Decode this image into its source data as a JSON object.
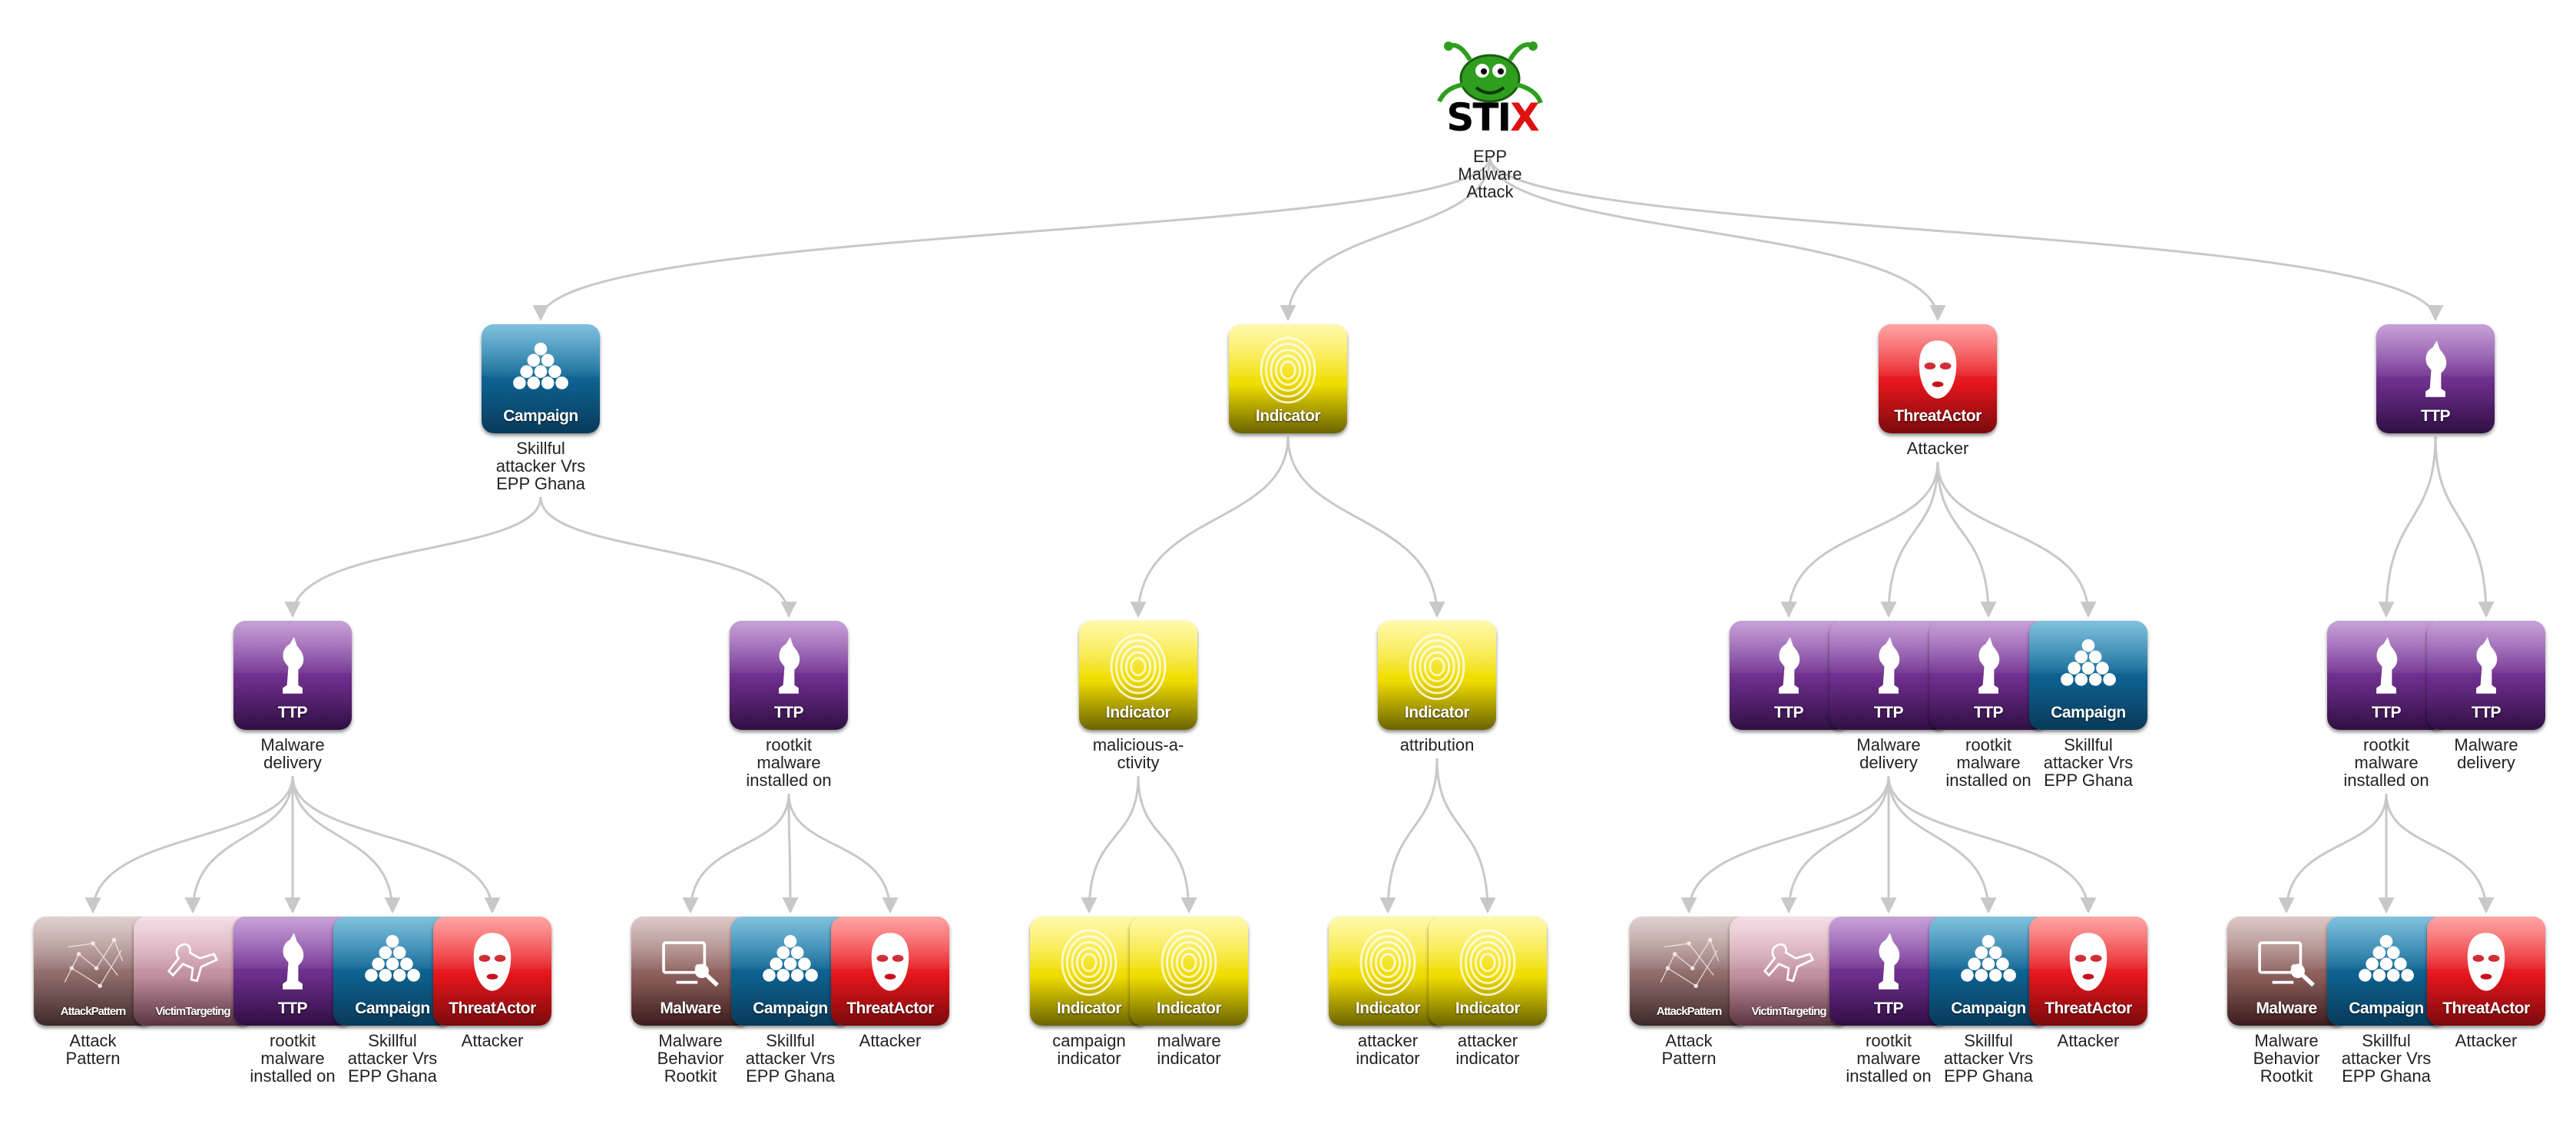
{
  "root": {
    "logo_text_main": "STI",
    "logo_text_accent": "X",
    "caption": "EPP\nMalware\nAttack",
    "icon": "stix-bug-logo"
  },
  "colors": {
    "campaign": "#0d5f8d",
    "indicator": "#f0dc00",
    "threat_actor": "#e3151b",
    "ttp": "#6b2d8a",
    "attack_pattern": "#8d6b69",
    "victim_targeting": "#c08e9e",
    "malware": "#8a5e5b",
    "edge": "#c8c8c8"
  },
  "nodes": [
    {
      "id": "campaign1",
      "kind": "campaign",
      "type": "Campaign",
      "caption": "Skillful\nattacker Vrs\nEPP Ghana"
    },
    {
      "id": "indicator1",
      "kind": "indicator",
      "type": "Indicator",
      "caption": ""
    },
    {
      "id": "threat1",
      "kind": "threat",
      "type": "ThreatActor",
      "caption": "Attacker"
    },
    {
      "id": "ttp1",
      "kind": "ttp",
      "type": "TTP",
      "caption": ""
    },
    {
      "id": "ttp_a",
      "kind": "ttp",
      "type": "TTP",
      "caption": "Malware\ndelivery"
    },
    {
      "id": "ttp_b",
      "kind": "ttp",
      "type": "TTP",
      "caption": "rootkit\nmalware\ninstalled on"
    },
    {
      "id": "ind_a",
      "kind": "indicator",
      "type": "Indicator",
      "caption": "malicious-a-\nctivity"
    },
    {
      "id": "ind_b",
      "kind": "indicator",
      "type": "Indicator",
      "caption": "attribution"
    },
    {
      "id": "ttp_c1",
      "kind": "ttp",
      "type": "TTP",
      "caption": ""
    },
    {
      "id": "ttp_c2",
      "kind": "ttp",
      "type": "TTP",
      "caption": "Malware\ndelivery"
    },
    {
      "id": "ttp_c3",
      "kind": "ttp",
      "type": "TTP",
      "caption": "rootkit\nmalware\ninstalled on"
    },
    {
      "id": "camp_c4",
      "kind": "campaign",
      "type": "Campaign",
      "caption": "Skillful\nattacker Vrs\nEPP Ghana"
    },
    {
      "id": "ttp_d1",
      "kind": "ttp",
      "type": "TTP",
      "caption": "rootkit\nmalware\ninstalled on"
    },
    {
      "id": "ttp_d2",
      "kind": "ttp",
      "type": "TTP",
      "caption": "Malware\ndelivery"
    },
    {
      "id": "l1",
      "kind": "attack",
      "type": "AttackPattern",
      "caption": "Attack\nPattern"
    },
    {
      "id": "l2",
      "kind": "victim",
      "type": "VictimTargeting",
      "caption": ""
    },
    {
      "id": "l3",
      "kind": "ttp",
      "type": "TTP",
      "caption": "rootkit\nmalware\ninstalled on"
    },
    {
      "id": "l4",
      "kind": "campaign",
      "type": "Campaign",
      "caption": "Skillful\nattacker Vrs\nEPP Ghana"
    },
    {
      "id": "l5",
      "kind": "threat",
      "type": "ThreatActor",
      "caption": "Attacker"
    },
    {
      "id": "l6",
      "kind": "malware",
      "type": "Malware",
      "caption": "Malware\nBehavior\nRootkit"
    },
    {
      "id": "l7",
      "kind": "campaign",
      "type": "Campaign",
      "caption": "Skillful\nattacker Vrs\nEPP Ghana"
    },
    {
      "id": "l8",
      "kind": "threat",
      "type": "ThreatActor",
      "caption": "Attacker"
    },
    {
      "id": "l9",
      "kind": "indicator",
      "type": "Indicator",
      "caption": "campaign\nindicator"
    },
    {
      "id": "l10",
      "kind": "indicator",
      "type": "Indicator",
      "caption": "malware\nindicator"
    },
    {
      "id": "l11",
      "kind": "indicator",
      "type": "Indicator",
      "caption": "attacker\nindicator"
    },
    {
      "id": "l12",
      "kind": "indicator",
      "type": "Indicator",
      "caption": "attacker\nindicator"
    },
    {
      "id": "l13",
      "kind": "attack",
      "type": "AttackPattern",
      "caption": "Attack\nPattern"
    },
    {
      "id": "l14",
      "kind": "victim",
      "type": "VictimTargeting",
      "caption": ""
    },
    {
      "id": "l15",
      "kind": "ttp",
      "type": "TTP",
      "caption": "rootkit\nmalware\ninstalled on"
    },
    {
      "id": "l16",
      "kind": "campaign",
      "type": "Campaign",
      "caption": "Skillful\nattacker Vrs\nEPP Ghana"
    },
    {
      "id": "l17",
      "kind": "threat",
      "type": "ThreatActor",
      "caption": "Attacker"
    },
    {
      "id": "l18",
      "kind": "malware",
      "type": "Malware",
      "caption": "Malware\nBehavior\nRootkit"
    },
    {
      "id": "l19",
      "kind": "campaign",
      "type": "Campaign",
      "caption": "Skillful\nattacker Vrs\nEPP Ghana"
    },
    {
      "id": "l20",
      "kind": "threat",
      "type": "ThreatActor",
      "caption": "Attacker"
    }
  ],
  "edges": [
    [
      "root",
      "campaign1"
    ],
    [
      "root",
      "indicator1"
    ],
    [
      "root",
      "threat1"
    ],
    [
      "root",
      "ttp1"
    ],
    [
      "campaign1",
      "ttp_a"
    ],
    [
      "campaign1",
      "ttp_b"
    ],
    [
      "indicator1",
      "ind_a"
    ],
    [
      "indicator1",
      "ind_b"
    ],
    [
      "threat1",
      "ttp_c1"
    ],
    [
      "threat1",
      "ttp_c2"
    ],
    [
      "threat1",
      "ttp_c3"
    ],
    [
      "threat1",
      "camp_c4"
    ],
    [
      "ttp1",
      "ttp_d1"
    ],
    [
      "ttp1",
      "ttp_d2"
    ],
    [
      "ttp_a",
      "l1"
    ],
    [
      "ttp_a",
      "l2"
    ],
    [
      "ttp_a",
      "l3"
    ],
    [
      "ttp_a",
      "l4"
    ],
    [
      "ttp_a",
      "l5"
    ],
    [
      "ttp_b",
      "l6"
    ],
    [
      "ttp_b",
      "l7"
    ],
    [
      "ttp_b",
      "l8"
    ],
    [
      "ind_a",
      "l9"
    ],
    [
      "ind_a",
      "l10"
    ],
    [
      "ind_b",
      "l11"
    ],
    [
      "ind_b",
      "l12"
    ],
    [
      "ttp_c2",
      "l13"
    ],
    [
      "ttp_c2",
      "l14"
    ],
    [
      "ttp_c2",
      "l15"
    ],
    [
      "ttp_c2",
      "l16"
    ],
    [
      "ttp_c2",
      "l17"
    ],
    [
      "ttp_d1",
      "l18"
    ],
    [
      "ttp_d1",
      "l19"
    ],
    [
      "ttp_d1",
      "l20"
    ]
  ]
}
